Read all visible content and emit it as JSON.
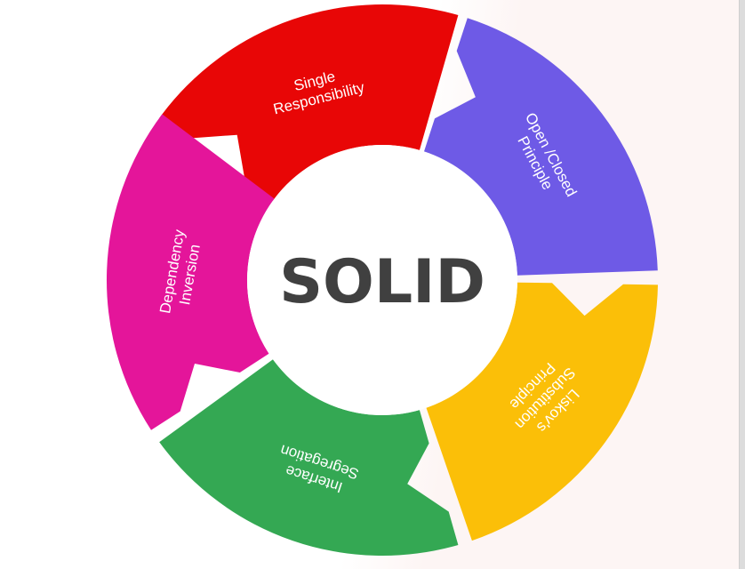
{
  "diagram": {
    "title": "SOLID",
    "segments": [
      {
        "id": "single-responsibility",
        "line1": "Single",
        "line2": "Responsibility",
        "color": "#e80606"
      },
      {
        "id": "open-closed",
        "line1": "Open /Closed",
        "line2": "Principle",
        "color": "#6e5ae6"
      },
      {
        "id": "liskov-substitution",
        "line1": "Liskov's",
        "line2": "Substitution",
        "line3": "Principle",
        "color": "#fbbf08"
      },
      {
        "id": "interface-segregation",
        "line1": "Interface",
        "line2": "Segregation",
        "color": "#34a853"
      },
      {
        "id": "dependency-inversion",
        "line1": "Dependency",
        "line2": "Inversion",
        "color": "#e4159a"
      }
    ],
    "center_fill": "#ffffff",
    "title_color": "#404040"
  }
}
